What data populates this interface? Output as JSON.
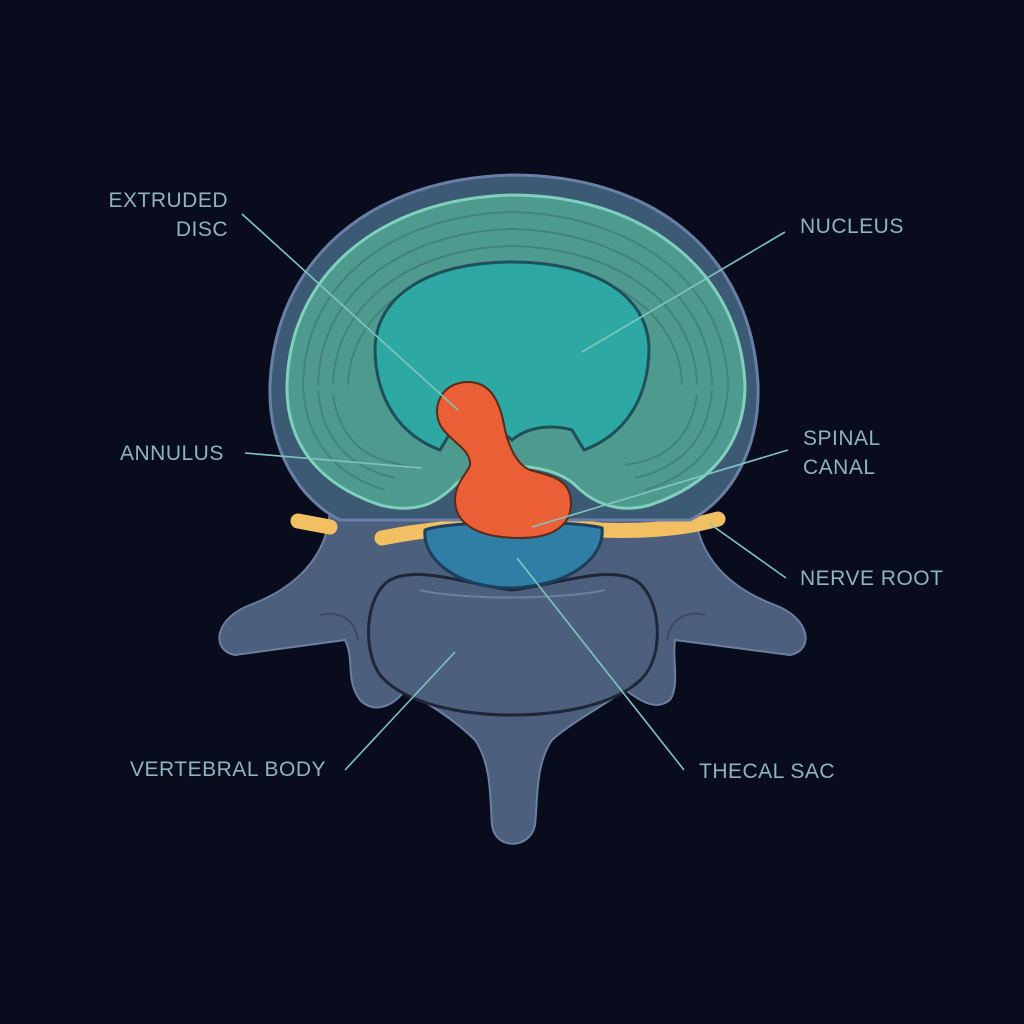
{
  "labels": {
    "extruded_disc": [
      "EXTRUDED",
      "DISC"
    ],
    "nucleus": "NUCLEUS",
    "annulus": "ANNULUS",
    "spinal_canal": [
      "SPINAL",
      "CANAL"
    ],
    "nerve_root": "NERVE ROOT",
    "vertebral_body": "VERTEBRAL BODY",
    "thecal_sac": "THECAL SAC"
  },
  "colors": {
    "background": "#090c1c",
    "bone": "#4c5f7c",
    "annulus": "#4f9a8e",
    "nucleus": "#2ea8a3",
    "herniation": "#ea5f35",
    "nerve": "#f2c062",
    "thecal_sac": "#2f7ea6",
    "leader": "#7fc5bd",
    "text": "#8fb3bf"
  }
}
